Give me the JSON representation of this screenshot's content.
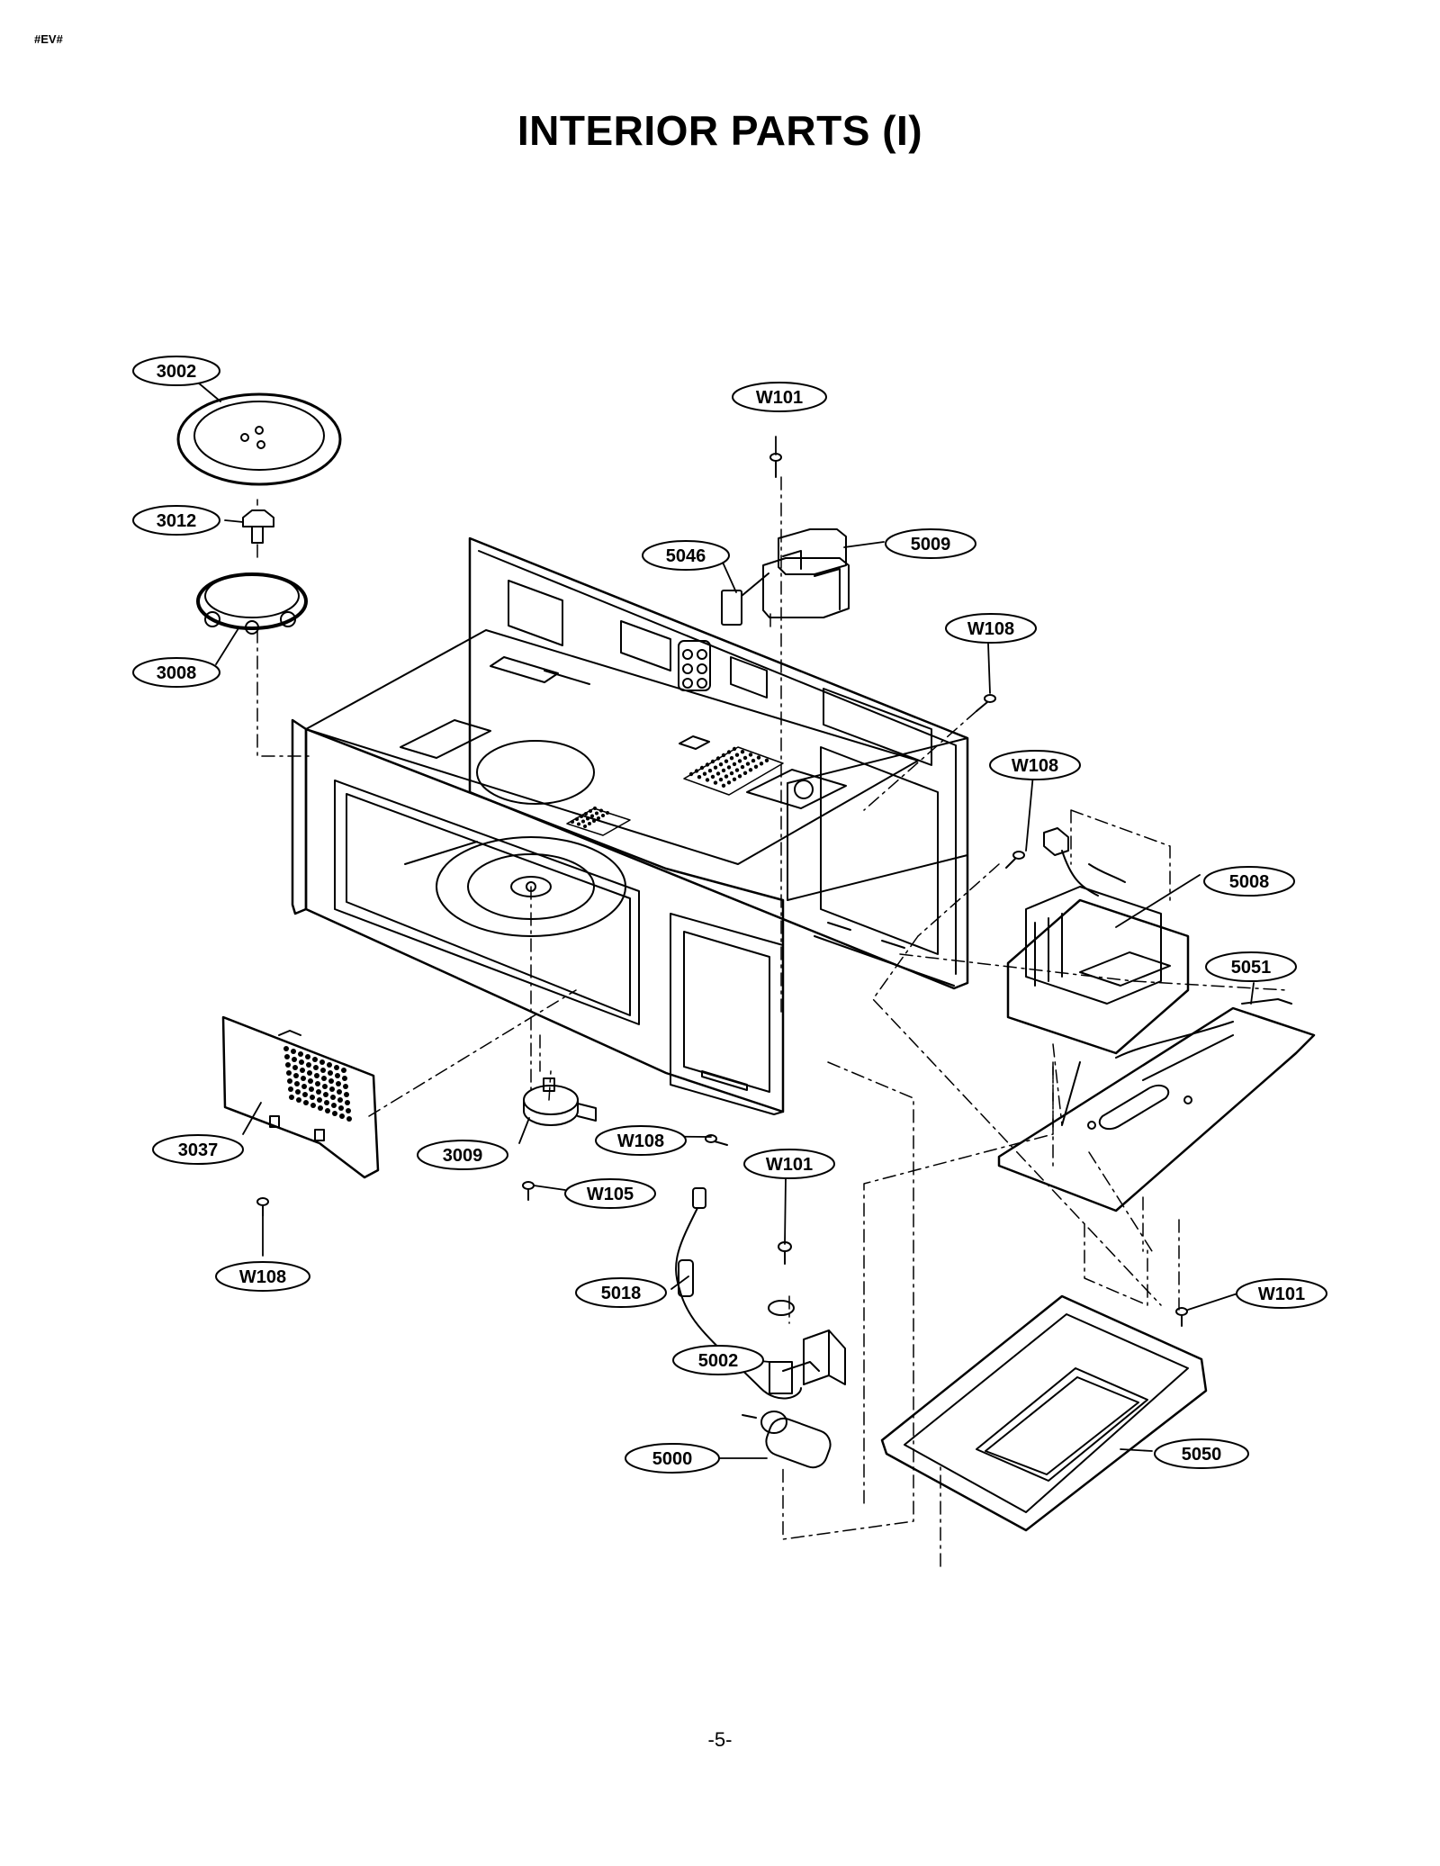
{
  "page": {
    "code": "#EV#",
    "title": "INTERIOR PARTS (I)",
    "page_number": "-5-"
  },
  "callouts": [
    {
      "id": "c-3002",
      "label": "3002"
    },
    {
      "id": "c-3012",
      "label": "3012"
    },
    {
      "id": "c-3008",
      "label": "3008"
    },
    {
      "id": "c-w101-top",
      "label": "W101"
    },
    {
      "id": "c-5046",
      "label": "5046"
    },
    {
      "id": "c-5009",
      "label": "5009"
    },
    {
      "id": "c-w108-a",
      "label": "W108"
    },
    {
      "id": "c-w108-b",
      "label": "W108"
    },
    {
      "id": "c-5008",
      "label": "5008"
    },
    {
      "id": "c-5051",
      "label": "5051"
    },
    {
      "id": "c-3037",
      "label": "3037"
    },
    {
      "id": "c-3009",
      "label": "3009"
    },
    {
      "id": "c-w108-c",
      "label": "W108"
    },
    {
      "id": "c-w105",
      "label": "W105"
    },
    {
      "id": "c-w101-mid",
      "label": "W101"
    },
    {
      "id": "c-w108-d",
      "label": "W108"
    },
    {
      "id": "c-5018",
      "label": "5018"
    },
    {
      "id": "c-w101-right",
      "label": "W101"
    },
    {
      "id": "c-5002",
      "label": "5002"
    },
    {
      "id": "c-5000",
      "label": "5000"
    },
    {
      "id": "c-5050",
      "label": "5050"
    }
  ]
}
